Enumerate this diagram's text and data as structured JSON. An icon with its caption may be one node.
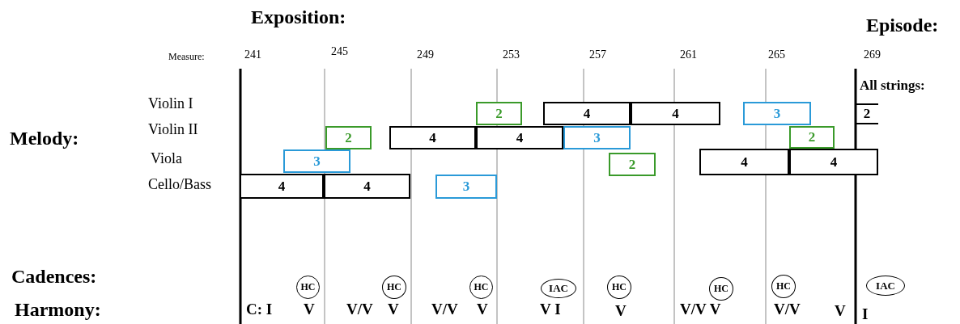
{
  "diagram": {
    "nodes": [
      {
        "text": [
          "2"
        ]
      },
      {
        "text": [
          "4"
        ]
      },
      {
        "text": [
          "4"
        ]
      },
      {
        "text": [
          "3"
        ]
      },
      {
        "text": [
          "2"
        ]
      },
      {
        "text": [
          "2"
        ]
      },
      {
        "text": [
          "4"
        ]
      },
      {
        "text": [
          "4"
        ]
      },
      {
        "text": [
          "3"
        ]
      },
      {
        "text": [
          "2"
        ]
      },
      {
        "text": [
          "3"
        ]
      },
      {
        "text": [
          "2"
        ]
      },
      {
        "text": [
          "4"
        ]
      },
      {
        "text": [
          "4"
        ]
      },
      {
        "text": [
          "4"
        ]
      },
      {
        "text": [
          "4"
        ]
      },
      {
        "text": [
          "3"
        ]
      },
      {
        "text": [
          "HC"
        ]
      },
      {
        "text": [
          "HC"
        ]
      },
      {
        "text": [
          "HC"
        ]
      },
      {
        "text": [
          "IAC"
        ]
      },
      {
        "text": [
          "HC"
        ]
      },
      {
        "text": [
          "HC"
        ]
      },
      {
        "text": [
          "HC"
        ]
      },
      {
        "text": [
          "IAC"
        ]
      }
    ],
    "edges": [],
    "labels": [
      "Exposition:",
      "Episode:",
      "Measure:",
      "241",
      "245",
      "249",
      "253",
      "257",
      "261",
      "265",
      "269",
      "All strings:",
      "Violin I",
      "Violin II",
      "Melody:",
      "Viola",
      "Cello/Bass",
      "Cadences:",
      "Harmony:",
      "C: I",
      "V",
      "V/V",
      "V",
      "V/V",
      "V",
      "V I",
      "V",
      "V/V V",
      "V/V",
      "V",
      "I"
    ]
  }
}
